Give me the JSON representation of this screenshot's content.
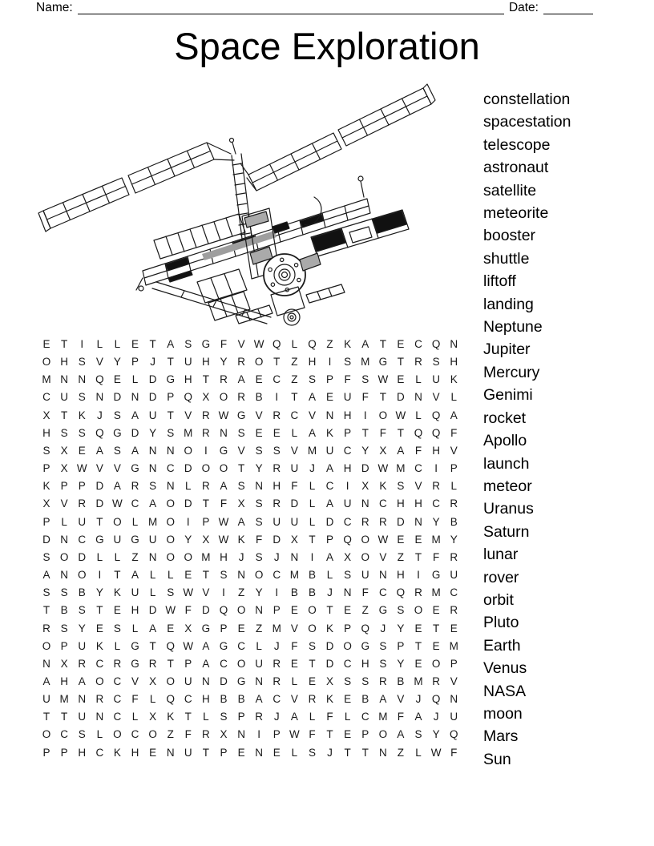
{
  "colors": {
    "text": "#000000",
    "background": "#ffffff"
  },
  "header": {
    "name_label": "Name:",
    "date_label": "Date:"
  },
  "title": "Space Exploration",
  "illustration_name": "space-station-line-art",
  "word_list": [
    "constellation",
    "spacestation",
    "telescope",
    "astronaut",
    "satellite",
    "meteorite",
    "booster",
    "shuttle",
    "liftoff",
    "landing",
    "Neptune",
    "Jupiter",
    "Mercury",
    "Genimi",
    "rocket",
    "Apollo",
    "launch",
    "meteor",
    "Uranus",
    "Saturn",
    "lunar",
    "rover",
    "orbit",
    "Pluto",
    "Earth",
    "Venus",
    "NASA",
    "moon",
    "Mars",
    "Sun"
  ],
  "puzzle": {
    "rows": [
      "ETILLETASGFVWQLQZKATECQN",
      "OHSVYPJTUHYROTZHISMGTRSH",
      "MNNQELDGHTRAECZSPFSWELUK",
      "CUSNDNDPQXORBITAEUFTDNVL",
      "XTKJSAUTVRWGVRCVNHIOWLQA",
      "HSSQGDYSMRNSEELAKPTFTQQF",
      "SXEASANNOIGVSSVMUCYXAFHV",
      "PXWVVGNCDOOTYRUJAHDWMCIP",
      "KPPDARSNLRASNHFLCIXKSVRL",
      "XVRDWCAODTFXSRDLAUNCHHCR",
      "PLUTOLMOIPWASUULDCRRDNYB",
      "DNCGUGUOYXWKFDXTPQOWEEMY",
      "SODLLZNOOMHJSJNIAXOVZTFR",
      "ANOITALLETSNOCMBLSUNHIGU",
      "SSBYKULSWVIZYIBBJNFCQRMC",
      "TBSTEHDWFDQONPEOTEZGSOER",
      "RSYESLAEXGPEZMVOKPQJYETE",
      "OPUKLGTQWAGCLJFSDOGSPTEM",
      "NXRCRGRTPACOURETDCHSYEOP",
      "AHAOCVXOUNDGNRLEXSSRBMRV",
      "UMNRCFLQCHBBACVRKEBAVJQN",
      "TTUNCLXKTLSPRJALFLCMFAJU",
      "OCSLOCOZFRXNIPWFTEPOASYQ",
      "PPHCKHENUTPENELSJTTNZLWF"
    ]
  }
}
